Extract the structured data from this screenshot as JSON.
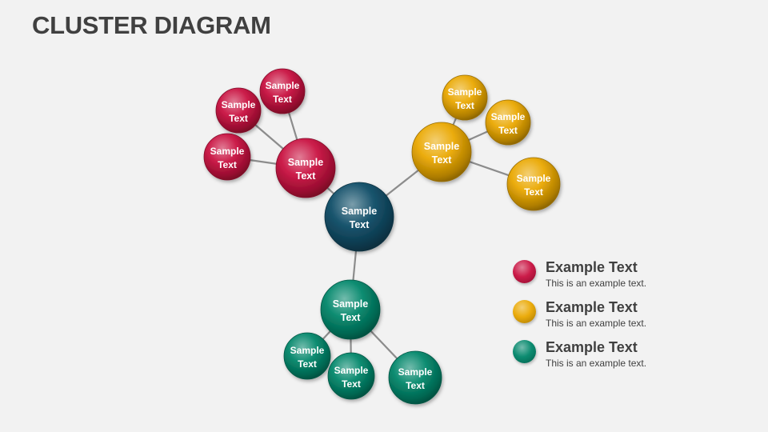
{
  "title": "CLUSTER DIAGRAM",
  "colors": {
    "red": "#c8103f",
    "yellow": "#eaa800",
    "green": "#00866a",
    "center": "#0e4c66",
    "connector": "#8c8c8c"
  },
  "diagram": {
    "center": {
      "line1": "Sample",
      "line2": "Text",
      "color": "center"
    },
    "clusters": [
      {
        "color": "red",
        "hub": {
          "line1": "Sample",
          "line2": "Text"
        },
        "leaves": [
          {
            "line1": "Sample",
            "line2": "Text"
          },
          {
            "line1": "Sample",
            "line2": "Text"
          },
          {
            "line1": "Sample",
            "line2": "Text"
          }
        ]
      },
      {
        "color": "yellow",
        "hub": {
          "line1": "Sample",
          "line2": "Text"
        },
        "leaves": [
          {
            "line1": "Sample",
            "line2": "Text"
          },
          {
            "line1": "Sample",
            "line2": "Text"
          },
          {
            "line1": "Sample",
            "line2": "Text"
          }
        ]
      },
      {
        "color": "green",
        "hub": {
          "line1": "Sample",
          "line2": "Text"
        },
        "leaves": [
          {
            "line1": "Sample",
            "line2": "Text"
          },
          {
            "line1": "Sample",
            "line2": "Text"
          },
          {
            "line1": "Sample",
            "line2": "Text"
          }
        ]
      }
    ]
  },
  "legend": [
    {
      "color": "red",
      "heading": "Example Text",
      "text": "This is an example text."
    },
    {
      "color": "yellow",
      "heading": "Example Text",
      "text": "This is an example text."
    },
    {
      "color": "green",
      "heading": "Example Text",
      "text": "This is an example text."
    }
  ]
}
